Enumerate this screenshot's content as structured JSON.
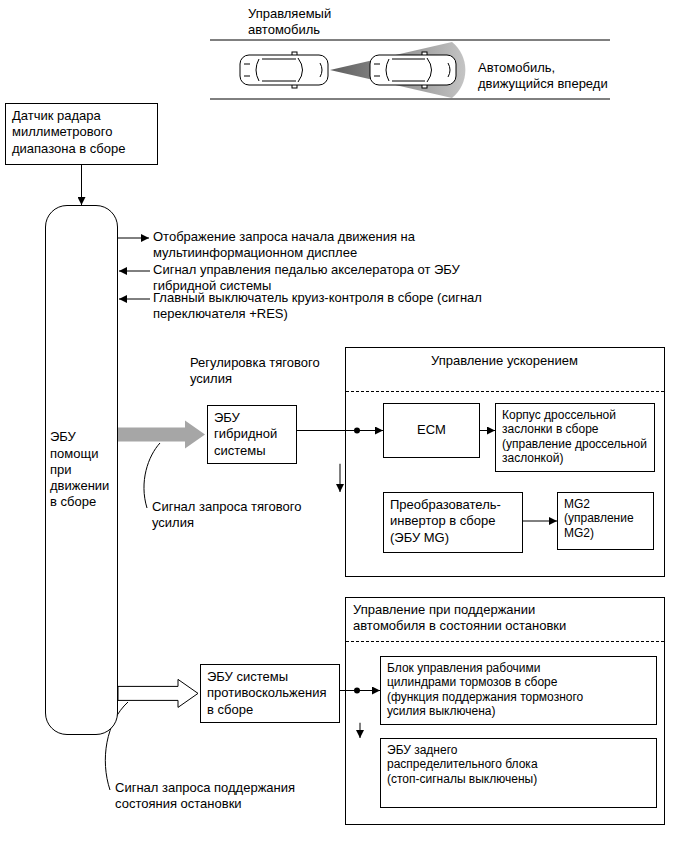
{
  "diagram": {
    "nodes": [
      {
        "text": [
          "Датчик радара миллиметрового диапазона в сборе"
        ]
      },
      {
        "text": [
          "ЭБУ помощи при движении в сборе"
        ]
      },
      {
        "text": [
          "ЭБУ гибридной системы"
        ]
      },
      {
        "text": [
          "Управление ускорением"
        ]
      },
      {
        "text": [
          "ECM"
        ],
        "in": 3
      },
      {
        "text": [
          "Корпус дроссельной заслонки в сборе (управление дроссельной заслонкой)"
        ],
        "in": 3
      },
      {
        "text": [
          "Преобразователь-инвертор в сборе (ЭБУ MG)"
        ],
        "in": 3
      },
      {
        "text": [
          "MG2 (управление MG2)"
        ],
        "in": 3
      },
      {
        "text": [
          "Управление при поддержании автомобиля в состоянии остановки"
        ]
      },
      {
        "text": [
          "ЭБУ системы противоскольжения в сборе"
        ]
      },
      {
        "text": [
          "Блок управления рабочими цилиндрами тормозов в сборе (функция поддержания тормозного усилия выключена)"
        ],
        "in": 8
      },
      {
        "text": [
          "ЭБУ заднего распределительного блока (стоп-сигналы выключены)"
        ],
        "in": 8
      }
    ],
    "edges": [
      {
        "from": 0,
        "to": 1,
        "arrow": "to"
      },
      {
        "from": 1,
        "to": 2,
        "arrow": "to"
      },
      {
        "from": 2,
        "to": 4,
        "arrow": "to"
      },
      {
        "from": 2,
        "to": 6,
        "arrow": "to"
      },
      {
        "from": 4,
        "to": 5,
        "arrow": "to"
      },
      {
        "from": 6,
        "to": 7,
        "arrow": "to"
      },
      {
        "from": 1,
        "to": 9,
        "arrow": "to"
      },
      {
        "from": 9,
        "to": 10,
        "arrow": "to"
      },
      {
        "from": 9,
        "to": 11,
        "arrow": "to"
      }
    ],
    "labels": [
      "Управляемый автомобиль",
      "Автомобиль, движущийся впереди",
      "Отображение запроса начала движения на мультиинформационном дисплее",
      "Сигнал управления педалью акселератора от ЭБУ гибридной системы",
      "Главный выключатель круиз-контроля в сборе (сигнал переключателя +RES)",
      "Регулировка тягового усилия",
      "Сигнал запроса тягового усилия",
      "Сигнал запроса поддержания состояния остановки"
    ]
  }
}
